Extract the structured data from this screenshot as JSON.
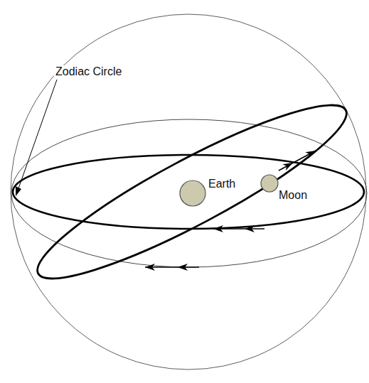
{
  "diagram": {
    "labels": [
      "Zodiac Circle",
      "Earth",
      "Moon"
    ]
  }
}
